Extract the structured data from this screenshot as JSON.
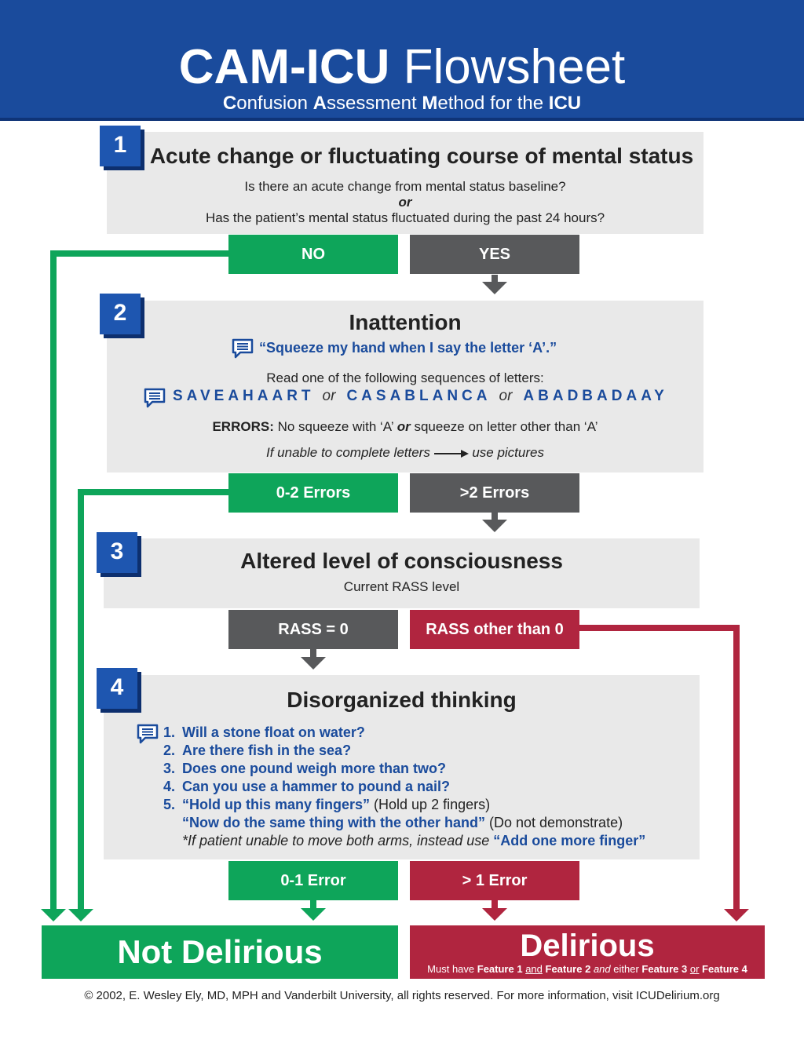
{
  "header": {
    "title_bold": "CAM-ICU",
    "title_rest": " Flowsheet",
    "subtitle": [
      "C",
      "onfusion ",
      "A",
      "ssessment ",
      "M",
      "ethod for the ",
      "ICU"
    ]
  },
  "features": [
    {
      "number": "1",
      "title": "Acute change or fluctuating course of mental status",
      "line1": "Is there an acute change from mental status baseline?",
      "or": "or",
      "line2": "Has the patient’s mental status fluctuated during the past 24 hours?",
      "left_button": "NO",
      "right_button": "YES"
    },
    {
      "number": "2",
      "title": "Inattention",
      "prompt": "“Squeeze my hand when I say the letter ‘A’.”",
      "instruction": "Read one of the following sequences of letters:",
      "seq1": "SAVEAHAART",
      "seq_or": "or",
      "seq2": "CASABLANCA",
      "seq3": "ABADBADAAY",
      "errors_label": "ERRORS:",
      "errors_a": " No squeeze with ‘A’ ",
      "errors_or": "or",
      "errors_b": " squeeze on letter other than ‘A’",
      "pictures_a": "If unable to complete letters",
      "pictures_b": "use pictures",
      "left_button": "0-2 Errors",
      "right_button": ">2 Errors"
    },
    {
      "number": "3",
      "title": "Altered level of consciousness",
      "line1": "Current RASS level",
      "left_button": "RASS = 0",
      "right_button": "RASS other than 0"
    },
    {
      "number": "4",
      "title": "Disorganized thinking",
      "questions": [
        {
          "n": "1.",
          "text": "Will a stone float on water?"
        },
        {
          "n": "2.",
          "text": "Are there fish in the sea?"
        },
        {
          "n": "3.",
          "text": "Does one pound weigh more than two?"
        },
        {
          "n": "4.",
          "text": "Can you use a hammer to pound a nail?"
        }
      ],
      "q5_n": "5.",
      "q5_quote": "“Hold up this many fingers”",
      "q5_note": " (Hold up 2 fingers)",
      "q5b_quote": "“Now do the same thing with the other hand”",
      "q5b_note": " (Do not demonstrate)",
      "q5c_text": "*If patient unable to move both arms, instead use ",
      "q5c_quote": "“Add one more finger”",
      "left_button": "0-1 Error",
      "right_button": "> 1 Error"
    }
  ],
  "results": {
    "not_delirious": "Not Delirious",
    "delirious": "Delirious",
    "note": [
      "Must have ",
      "Feature 1",
      " ",
      "and",
      " ",
      "Feature 2",
      " ",
      "and",
      " either ",
      "Feature 3",
      " ",
      "or",
      " ",
      "Feature 4"
    ]
  },
  "footer": "© 2002, E. Wesley Ely, MD, MPH and Vanderbilt University, all rights reserved. For more information, visit ICUDelirium.org",
  "colors": {
    "header_blue": "#1a4b9c",
    "green": "#0ea55a",
    "gray": "#58595b",
    "red": "#b0253f",
    "panel": "#e9e9e9"
  }
}
